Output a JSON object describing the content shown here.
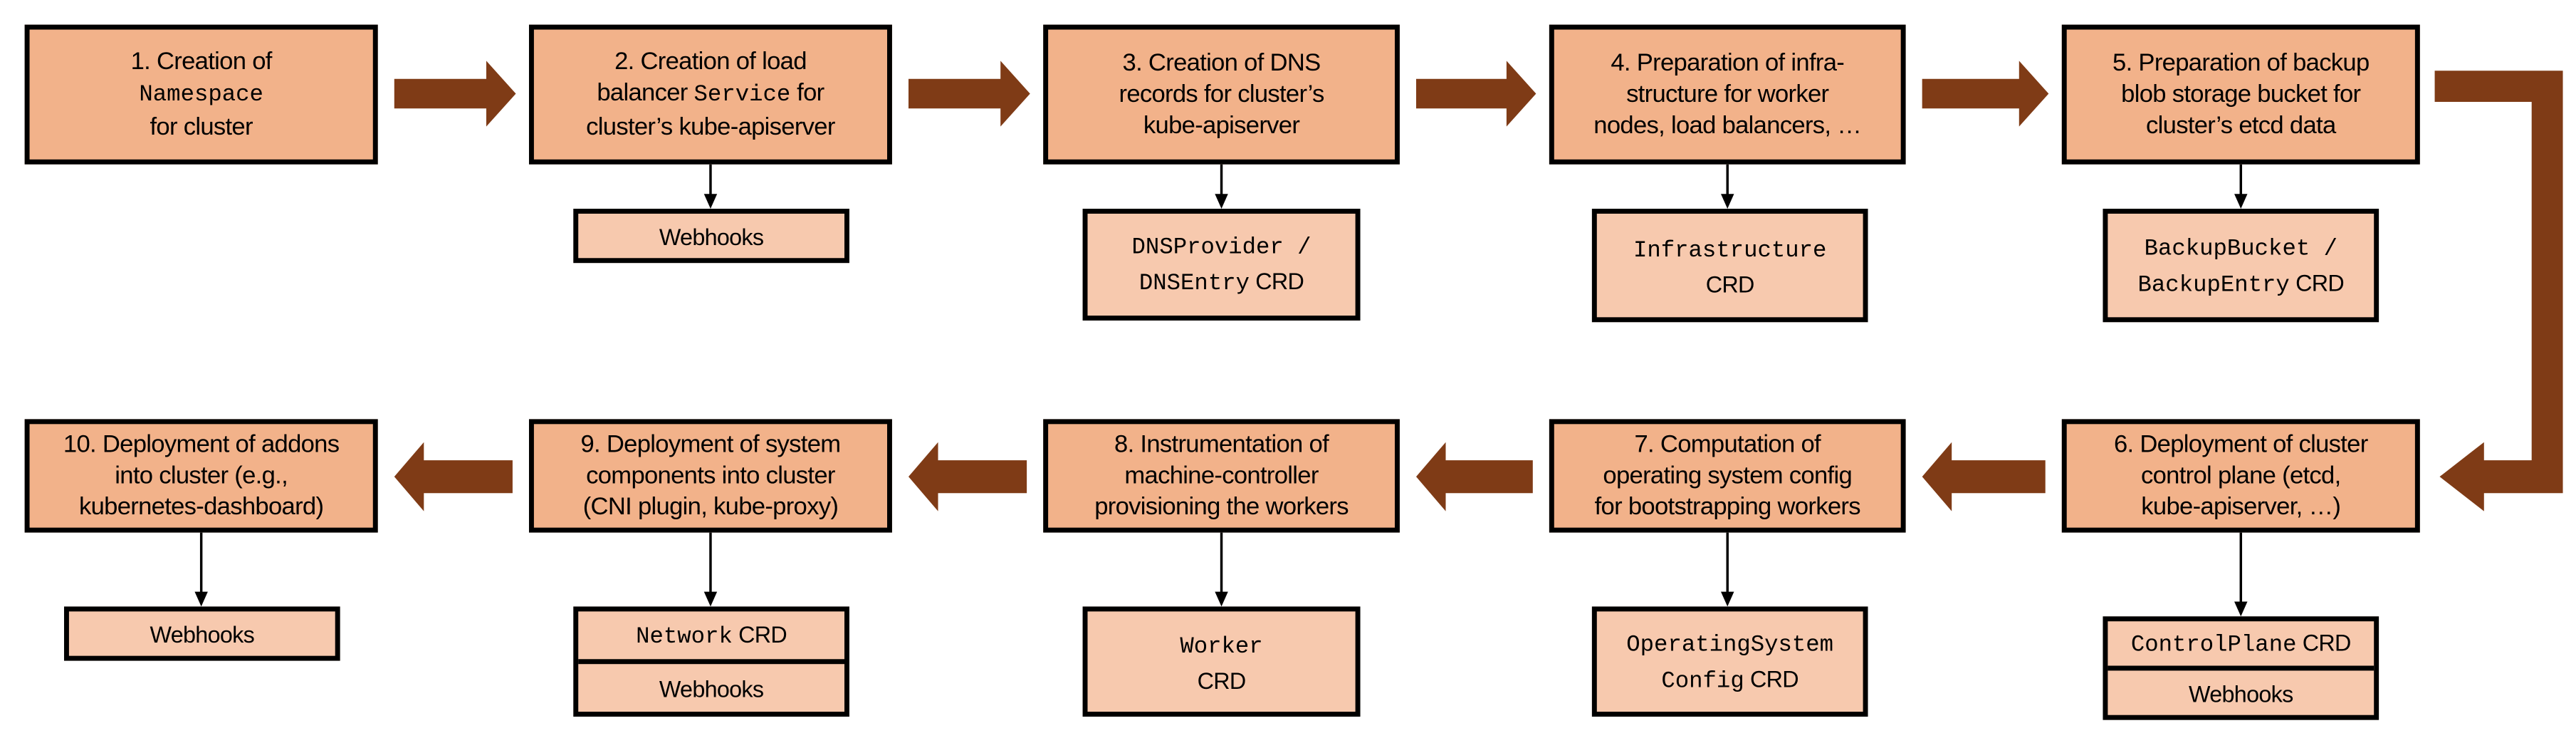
{
  "colors": {
    "main_box": "#F2B28A",
    "sub_box": "#F7C9AE",
    "flow_arrow": "#7F3B16",
    "border": "#000000"
  },
  "steps": [
    {
      "id": "step-1",
      "lines": [
        [
          {
            "t": "1. Creation of"
          }
        ],
        [
          {
            "t": "Namespace",
            "mono": true
          }
        ],
        [
          {
            "t": "for cluster"
          }
        ]
      ],
      "sub": []
    },
    {
      "id": "step-2",
      "lines": [
        [
          {
            "t": "2. Creation of load"
          }
        ],
        [
          {
            "t": "balancer "
          },
          {
            "t": "Service",
            "mono": true
          },
          {
            "t": " for"
          }
        ],
        [
          {
            "t": "cluster’s kube-apiserver"
          }
        ]
      ],
      "sub": [
        [
          [
            {
              "t": "Webhooks"
            }
          ]
        ]
      ]
    },
    {
      "id": "step-3",
      "lines": [
        [
          {
            "t": "3. Creation of DNS"
          }
        ],
        [
          {
            "t": "records for cluster’s"
          }
        ],
        [
          {
            "t": "kube-apiserver"
          }
        ]
      ],
      "sub": [
        [
          [
            {
              "t": "DNSProvider /",
              "mono": true
            }
          ],
          [
            {
              "t": "DNSEntry",
              "mono": true
            },
            {
              "t": " CRD"
            }
          ]
        ]
      ]
    },
    {
      "id": "step-4",
      "lines": [
        [
          {
            "t": "4. Preparation of infra-"
          }
        ],
        [
          {
            "t": "structure for worker"
          }
        ],
        [
          {
            "t": "nodes, load balancers, …"
          }
        ]
      ],
      "sub": [
        [
          [
            {
              "t": "Infrastructure",
              "mono": true
            }
          ],
          [
            {
              "t": "CRD"
            }
          ]
        ]
      ]
    },
    {
      "id": "step-5",
      "lines": [
        [
          {
            "t": "5. Preparation of backup"
          }
        ],
        [
          {
            "t": "blob storage bucket for"
          }
        ],
        [
          {
            "t": "cluster’s etcd data"
          }
        ]
      ],
      "sub": [
        [
          [
            {
              "t": "BackupBucket /",
              "mono": true
            }
          ],
          [
            {
              "t": "BackupEntry",
              "mono": true
            },
            {
              "t": " CRD"
            }
          ]
        ]
      ]
    },
    {
      "id": "step-6",
      "lines": [
        [
          {
            "t": "6. Deployment of cluster"
          }
        ],
        [
          {
            "t": "control plane (etcd,"
          }
        ],
        [
          {
            "t": "kube-apiserver, …)"
          }
        ]
      ],
      "sub": [
        [
          [
            {
              "t": "ControlPlane",
              "mono": true
            },
            {
              "t": " CRD"
            }
          ]
        ],
        [
          [
            {
              "t": "Webhooks"
            }
          ]
        ]
      ]
    },
    {
      "id": "step-7",
      "lines": [
        [
          {
            "t": "7. Computation of"
          }
        ],
        [
          {
            "t": "operating system config"
          }
        ],
        [
          {
            "t": "for bootstrapping workers"
          }
        ]
      ],
      "sub": [
        [
          [
            {
              "t": "OperatingSystem",
              "mono": true
            }
          ],
          [
            {
              "t": "Config",
              "mono": true
            },
            {
              "t": " CRD"
            }
          ]
        ]
      ]
    },
    {
      "id": "step-8",
      "lines": [
        [
          {
            "t": "8. Instrumentation of"
          }
        ],
        [
          {
            "t": "machine-controller"
          }
        ],
        [
          {
            "t": "provisioning the workers"
          }
        ]
      ],
      "sub": [
        [
          [
            {
              "t": "Worker",
              "mono": true
            }
          ],
          [
            {
              "t": "CRD"
            }
          ]
        ]
      ]
    },
    {
      "id": "step-9",
      "lines": [
        [
          {
            "t": "9. Deployment of system"
          }
        ],
        [
          {
            "t": "components into cluster"
          }
        ],
        [
          {
            "t": "(CNI plugin, kube-proxy)"
          }
        ]
      ],
      "sub": [
        [
          [
            {
              "t": "Network",
              "mono": true
            },
            {
              "t": " CRD"
            }
          ]
        ],
        [
          [
            {
              "t": "Webhooks"
            }
          ]
        ]
      ]
    },
    {
      "id": "step-10",
      "lines": [
        [
          {
            "t": "10. Deployment of addons"
          }
        ],
        [
          {
            "t": "into cluster (e.g.,"
          }
        ],
        [
          {
            "t": "kubernetes-dashboard)"
          }
        ]
      ],
      "sub": [
        [
          [
            {
              "t": "Webhooks"
            }
          ]
        ]
      ]
    }
  ]
}
